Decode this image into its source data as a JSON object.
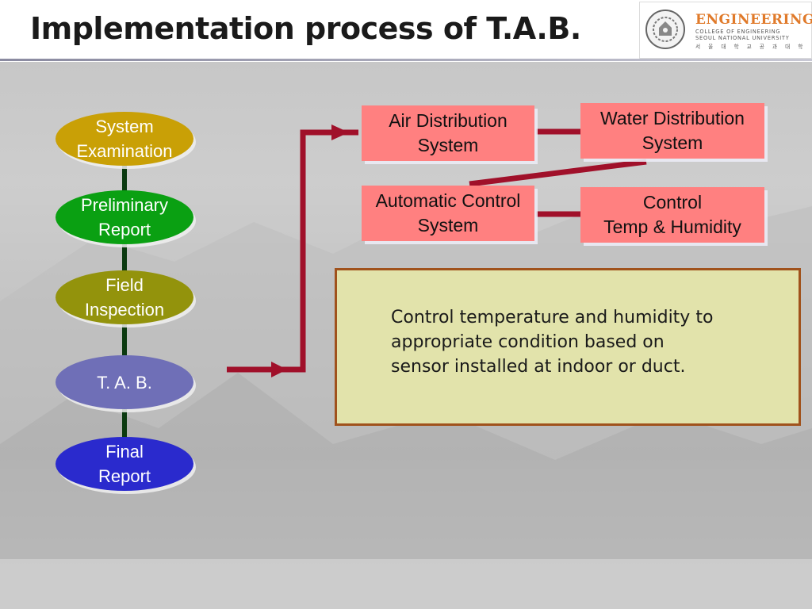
{
  "header": {
    "title": "Implementation process of T.A.B.",
    "logo": {
      "main": "ENGINEERING",
      "line1": "COLLEGE OF ENGINEERING",
      "line2": "SEOUL NATIONAL UNIVERSITY",
      "line3": "서 울 대 학 교 공 과 대 학"
    }
  },
  "process_steps": [
    {
      "label": "System\nExamination"
    },
    {
      "label": "Preliminary\nReport"
    },
    {
      "label": "Field\nInspection"
    },
    {
      "label": "T. A. B."
    },
    {
      "label": "Final\nReport"
    }
  ],
  "systems": {
    "air": "Air Distribution\nSystem",
    "water": "Water Distribution\nSystem",
    "auto": "Automatic Control\nSystem",
    "control": "Control\nTemp & Humidity"
  },
  "description": "Control temperature and humidity to\nappropriate condition based on\nsensor installed at indoor or duct.",
  "colors": {
    "connector": "#a0102a",
    "step_line": "#0b3a10",
    "system_box": "#ff8080",
    "note_fill": "#e2e3ab",
    "note_border": "#a0521c"
  }
}
